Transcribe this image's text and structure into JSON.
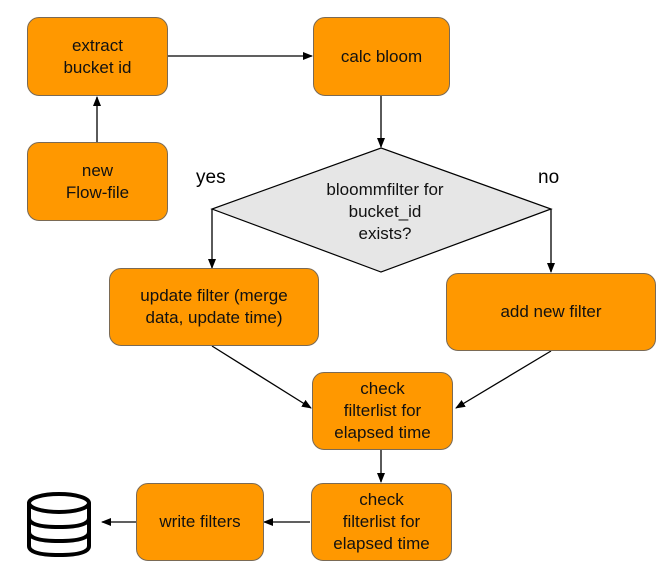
{
  "nodes": {
    "extract": "extract\nbucket id",
    "new_flow": "new\nFlow-file",
    "calc": "calc bloom",
    "decision": "bloommfilter for\nbucket_id\nexists?",
    "update": "update filter (merge\ndata, update time)",
    "add": "add new filter",
    "check1": "check\nfilterlist for\nelapsed time",
    "check2": "check\nfilterlist for\nelapsed time",
    "write": "write filters"
  },
  "edge_labels": {
    "yes": "yes",
    "no": "no"
  },
  "icons": {
    "storage": "database-icon"
  },
  "colors": {
    "box_fill": "#ff9800",
    "diamond_fill": "#e6e6e6",
    "line": "#000000"
  }
}
